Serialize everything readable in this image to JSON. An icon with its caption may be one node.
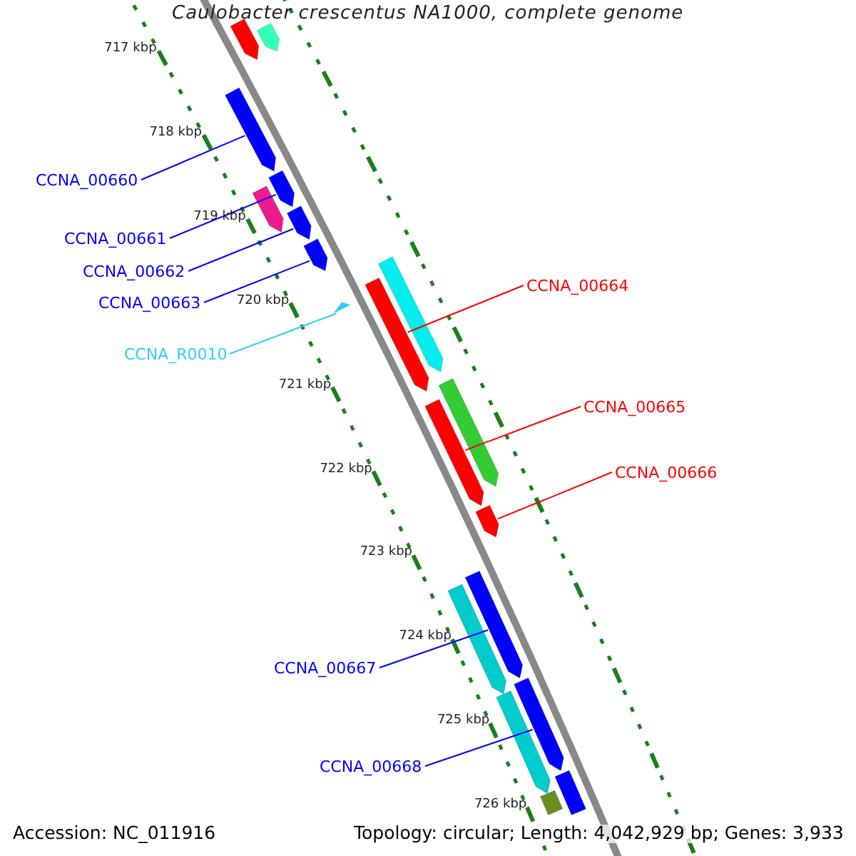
{
  "diagram": {
    "title": "Caulobacter crescentus NA1000, complete genome",
    "nodes": [
      {
        "text": [
          "CCNA_00660"
        ]
      },
      {
        "text": [
          "CCNA_00661"
        ]
      },
      {
        "text": [
          "CCNA_00662"
        ]
      },
      {
        "text": [
          "CCNA_00663"
        ]
      },
      {
        "text": [
          "CCNA_R0010"
        ]
      },
      {
        "text": [
          "CCNA_00664"
        ]
      },
      {
        "text": [
          "CCNA_00665"
        ]
      },
      {
        "text": [
          "CCNA_00666"
        ]
      },
      {
        "text": [
          "CCNA_00667"
        ]
      },
      {
        "text": [
          "CCNA_00668"
        ]
      },
      {
        "text": [],
        "shape": "bar"
      },
      {
        "text": [],
        "shape": "bar"
      },
      {
        "text": [],
        "shape": "bar"
      },
      {
        "text": [],
        "shape": "bar"
      },
      {
        "text": [],
        "shape": "bar"
      },
      {
        "text": [],
        "shape": "bar"
      },
      {
        "text": [],
        "shape": "bar"
      },
      {
        "text": [],
        "shape": "bar"
      },
      {
        "text": [],
        "shape": "bar"
      },
      {
        "text": [],
        "shape": "triangle"
      },
      {
        "text": [],
        "shape": "bar"
      },
      {
        "text": [],
        "shape": "bar"
      },
      {
        "text": [],
        "shape": "bar"
      },
      {
        "text": [],
        "shape": "bar"
      },
      {
        "text": [],
        "shape": "bar"
      },
      {
        "text": [],
        "shape": "bar"
      },
      {
        "text": [],
        "shape": "bar"
      },
      {
        "text": [],
        "shape": "bar"
      },
      {
        "text": [],
        "shape": "bar"
      }
    ],
    "edges": [
      {
        "from": 0,
        "to": 12,
        "arrow": "none"
      },
      {
        "from": 1,
        "to": 13,
        "arrow": "none"
      },
      {
        "from": 2,
        "to": 15,
        "arrow": "none"
      },
      {
        "from": 3,
        "to": 16,
        "arrow": "none"
      },
      {
        "from": 4,
        "to": 19,
        "arrow": "none",
        "color": "#33ccff"
      },
      {
        "from": 5,
        "to": 18,
        "arrow": "none",
        "color": "#ff0000"
      },
      {
        "from": 6,
        "to": 21,
        "arrow": "none",
        "color": "#ff0000"
      },
      {
        "from": 7,
        "to": 22,
        "arrow": "none",
        "color": "#ff0000"
      },
      {
        "from": 8,
        "to": 23,
        "arrow": "none"
      },
      {
        "from": 9,
        "to": 25,
        "arrow": "none"
      }
    ],
    "labels": [
      "717 kbp",
      "718 kbp",
      "719 kbp",
      "720 kbp",
      "721 kbp",
      "722 kbp",
      "723 kbp",
      "724 kbp",
      "725 kbp",
      "726 kbp",
      "Accession: NC_011916",
      "Topology: circular; Length: 4,042,929 bp; Genes: 3,933"
    ]
  }
}
